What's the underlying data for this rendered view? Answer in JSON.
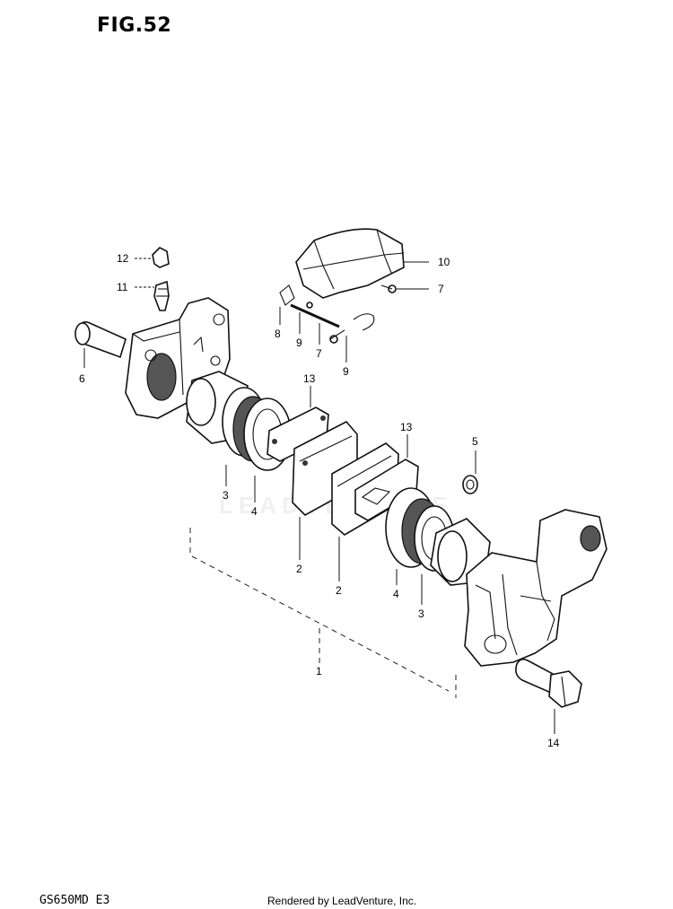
{
  "figure": {
    "title": "FIG.52"
  },
  "footer": {
    "model": "GS650MD E3",
    "credit": "Rendered by LeadVenture, Inc."
  },
  "watermark": "LEADVENTURE",
  "callouts": {
    "c1": "1",
    "c2a": "2",
    "c2b": "2",
    "c3a": "3",
    "c3b": "3",
    "c4a": "4",
    "c4b": "4",
    "c5": "5",
    "c6": "6",
    "c7a": "7",
    "c7b": "7",
    "c8": "8",
    "c9a": "9",
    "c9b": "9",
    "c10": "10",
    "c11": "11",
    "c12": "12",
    "c13a": "13",
    "c13b": "13",
    "c14": "14"
  }
}
